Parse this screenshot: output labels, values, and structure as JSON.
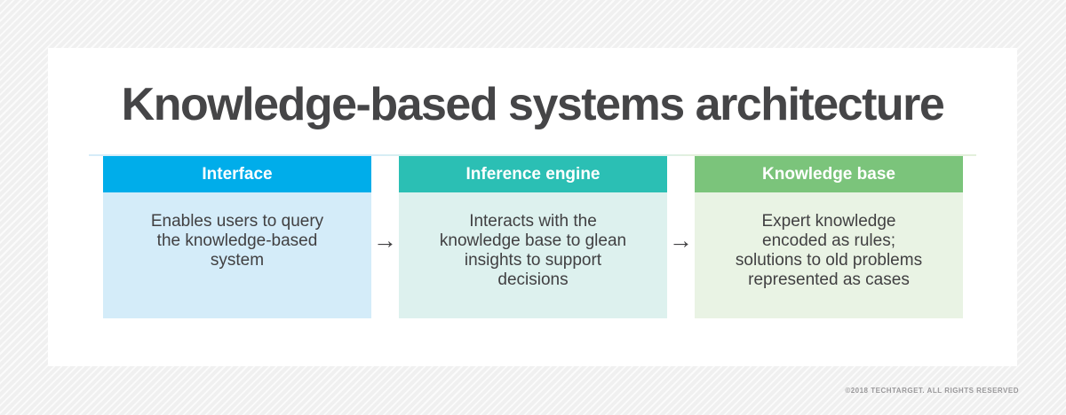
{
  "page": {
    "title": "Knowledge-based systems architecture",
    "footer": "©2018 TECHTARGET. ALL RIGHTS RESERVED"
  },
  "colors": {
    "canvas_stripe_base": "#f0f0f0",
    "canvas_stripe_light": "#fbfbfb",
    "card_background": "#ffffff",
    "title_text": "#454547",
    "body_text": "#414042",
    "header_text": "#ffffff",
    "arrow": "#414042",
    "footer_text": "#9a999b"
  },
  "diagram": {
    "arrow_glyph": "→",
    "boxes": [
      {
        "id": "interface",
        "header": "Interface",
        "body": "Enables users to query\nthe knowledge-based\nsystem",
        "header_color": "#00adea",
        "body_color": "#d4ecf9"
      },
      {
        "id": "inference-engine",
        "header": "Inference engine",
        "body": "Interacts with the\nknowledge base to glean\ninsights to support\ndecisions",
        "header_color": "#2bbfb4",
        "body_color": "#ddf1ee"
      },
      {
        "id": "knowledge-base",
        "header": "Knowledge base",
        "body": "Expert knowledge\nencoded as rules;\nsolutions to old problems\nrepresented as cases",
        "header_color": "#7bc47b",
        "body_color": "#e9f3e4"
      }
    ]
  }
}
